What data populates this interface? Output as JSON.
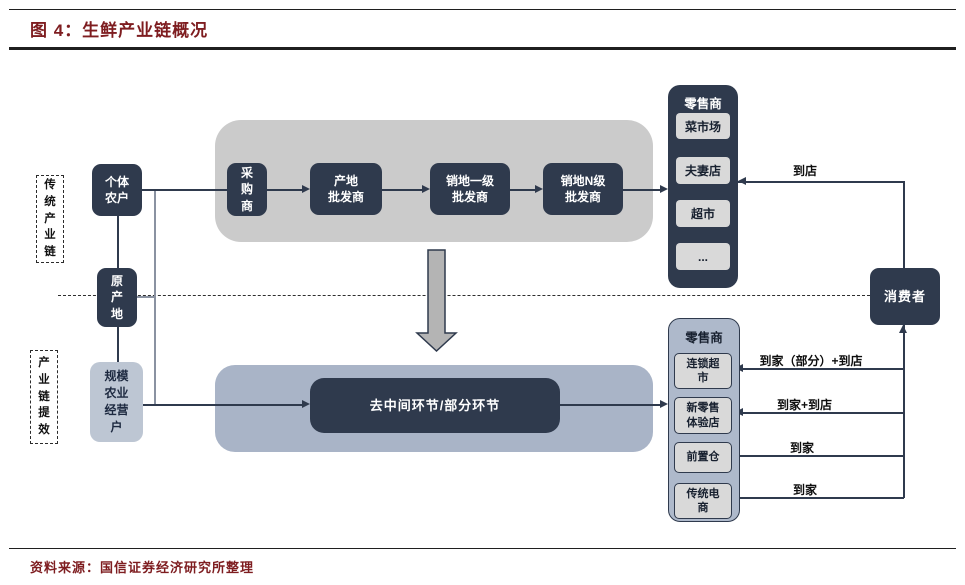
{
  "header": {
    "title": "图 4：生鲜产业链概况"
  },
  "footer": {
    "source": "资料来源：国信证券经济研究所整理"
  },
  "colors": {
    "accent_maroon": "#7e1d20",
    "node_navy": "#2f3a4d",
    "container_gray": "#cbcbcb",
    "container_blue": "#a9b4c7",
    "item_gray": "#d9d9d9",
    "scale_box_blue": "#bdc6d3"
  },
  "diagram": {
    "side_labels": {
      "traditional": "传\n统\n产\n业\n链",
      "efficiency": "产\n业\n链\n提\n效"
    },
    "nodes": {
      "individual_farmer": "个体\n农户",
      "origin": "原\n产\n地",
      "scale_farmer": "规模\n农业\n经营\n户",
      "purchaser": "采\n购\n商",
      "origin_wholesaler": "产地\n批发商",
      "dest_first_wholesaler": "销地一级\n批发商",
      "dest_n_wholesaler": "销地N级\n批发商",
      "remove_middle": "去中间环节/部分环节",
      "consumer": "消费者"
    },
    "retailer_top": {
      "title": "零售商",
      "items": [
        "菜市场",
        "夫妻店",
        "超市",
        "..."
      ]
    },
    "retailer_bottom": {
      "title": "零售商",
      "items": [
        "连锁超\n市",
        "新零售\n体验店",
        "前置仓",
        "传统电\n商"
      ]
    },
    "flow_labels": {
      "to_store": "到店",
      "home_partial_plus_store": "到家（部分）+到店",
      "home_plus_store": "到家+到店",
      "home_front_warehouse": "到家",
      "home_ecommerce": "到家"
    }
  }
}
